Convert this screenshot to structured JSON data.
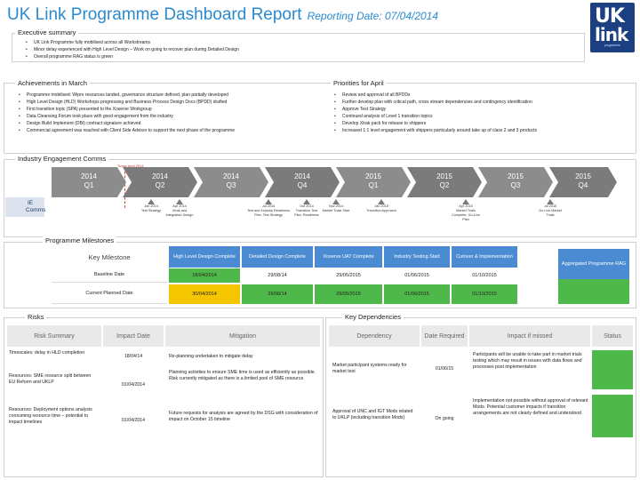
{
  "header": {
    "title": "UK Link Programme Dashboard Report",
    "reporting_date": "Reporting Date: 07/04/2014"
  },
  "logo": {
    "line1": "UK",
    "line2": "link",
    "tagline": "programme"
  },
  "executive_summary": {
    "label": "Executive summary",
    "items": [
      "UK Link Programme fully mobilised across all Workstreams",
      "Minor delay experienced with High Level Design – Work on going to recover plan during Detailed Design",
      "Overall programme RAG status is green"
    ]
  },
  "achievements": {
    "label": "Achievements in March",
    "items": [
      "Programme mobilised: Wipro resources landed, governance structure defined, plan partially developed",
      "High Level Design (HLD) Workshops progressing and Business Process Design Docs (BPDD) drafted",
      "First transition topic (SPA) presented to the Xoserve Workgroup",
      "Data Cleansing Forum took place with good engagement from the industry",
      "Design Build Implement (DBI) contract signature achieved",
      "Commercial agreement was reached with Client Side Advisor to support the next phase of the programme"
    ]
  },
  "priorities": {
    "label": "Priorities for April",
    "items": [
      "Review and approval of all BPDDs",
      "Further develop plan with critical path, cross stream dependencies and contingency identification",
      "Approve Test Strategy",
      "Continued analysis of Level 1 transition topics",
      "Develop Xtrak pack for release to shippers",
      "Increased 1:1 level engagement with shippers particularly around take up of class 2 and 3 products"
    ]
  },
  "industry_engagement": {
    "label": "Industry Engagement Comms",
    "today_label": "Today April 2014",
    "quarters": [
      {
        "line1": "2014",
        "line2": "Q1"
      },
      {
        "line1": "2014",
        "line2": "Q2"
      },
      {
        "line1": "2014",
        "line2": "Q3"
      },
      {
        "line1": "2014",
        "line2": "Q4"
      },
      {
        "line1": "2015",
        "line2": "Q1"
      },
      {
        "line1": "2015",
        "line2": "Q2"
      },
      {
        "line1": "2015",
        "line2": "Q3"
      },
      {
        "line1": "2015",
        "line2": "Q4"
      }
    ],
    "row_label_1": "IE",
    "row_label_2": "Comms",
    "milestones": [
      {
        "date": "Jan 2014",
        "text": "Test Strategy"
      },
      {
        "date": "Apr 2014",
        "text": "Xtrak and Integration Design"
      },
      {
        "date": "Jul 2014",
        "text": "Test and Industry Readiness Plan, Test Strategy"
      },
      {
        "date": "Oct 2014",
        "text": "Transition Test Plan, Readiness"
      },
      {
        "date": "Nov 2014",
        "text": "Market Trials Start"
      },
      {
        "date": "Jan 2015",
        "text": "Transition Approach"
      },
      {
        "date": "Apr 2015",
        "text": "Market Trials Complete, Go-Live Plan"
      },
      {
        "date": "Jul 2015",
        "text": "Go Live Market Trials"
      }
    ]
  },
  "milestones": {
    "label": "Programme Milestones",
    "key_label": "Key Milestone",
    "columns": [
      "High Level Design Complete",
      "Detailed Design Complete",
      "Xoserve UAT Complete",
      "Industry Testing Start",
      "Cutover & Implementation"
    ],
    "rag_label": "Aggregated Programme RAG",
    "rows": [
      {
        "label": "Baseline Date",
        "values": [
          "18/04/2014",
          "29/08/14",
          "29/05/2015",
          "01/06/2015",
          "01/10/2015"
        ]
      },
      {
        "label": "Current Planned Date",
        "values": [
          "30/04/2014",
          "29/08/14",
          "29/05/2015",
          "01/06/2015",
          "01/10/2015"
        ]
      }
    ]
  },
  "risks": {
    "label": "Risks",
    "headers": [
      "Risk Summary",
      "Impact Date",
      "Mitigation"
    ],
    "rows": [
      {
        "summary": "Timescales: delay in HLD completion",
        "date": "18/04/14",
        "mitigation": "Re-planning undertaken to mitigate delay"
      },
      {
        "summary": "Resources: SME resource split between EU Reform and UKLP",
        "date": "01/04/2014",
        "mitigation": "Planning activities to ensure SME time is used as efficiently as possible. Risk currently mitigated as there is a limited pool of SME resource"
      },
      {
        "summary": "Resources: Deployment options analysis consuming resource time – potential to impact timelines",
        "date": "01/04/2014",
        "mitigation": "Future requests for analysis are agreed by the DSG with consideration of impact on October 15 timeline"
      }
    ]
  },
  "dependencies": {
    "label": "Key Dependencies",
    "headers": [
      "Dependency",
      "Date Required",
      "Impact if missed",
      "Status"
    ],
    "rows": [
      {
        "dependency": "Market participant systems ready for market test",
        "date": "01/06/15",
        "impact": "Participants will be unable to take part in market trials testing which may result in issues with data flows and processes post implementation"
      },
      {
        "dependency": "Approval of UNC and IGT Mods related to UKLP (including transition Mods)",
        "date": "On going",
        "impact": "Implementation not possible without approval of relevant Mods. Potential customer impacts if transition arrangements are not clearly defined and understood"
      }
    ]
  },
  "colors": {
    "title_blue": "#2a8ad0",
    "header_blue": "#4a8bd1",
    "green": "#4fb84a",
    "amber": "#f5c500",
    "chevron_grey": "#8c8c8c"
  }
}
